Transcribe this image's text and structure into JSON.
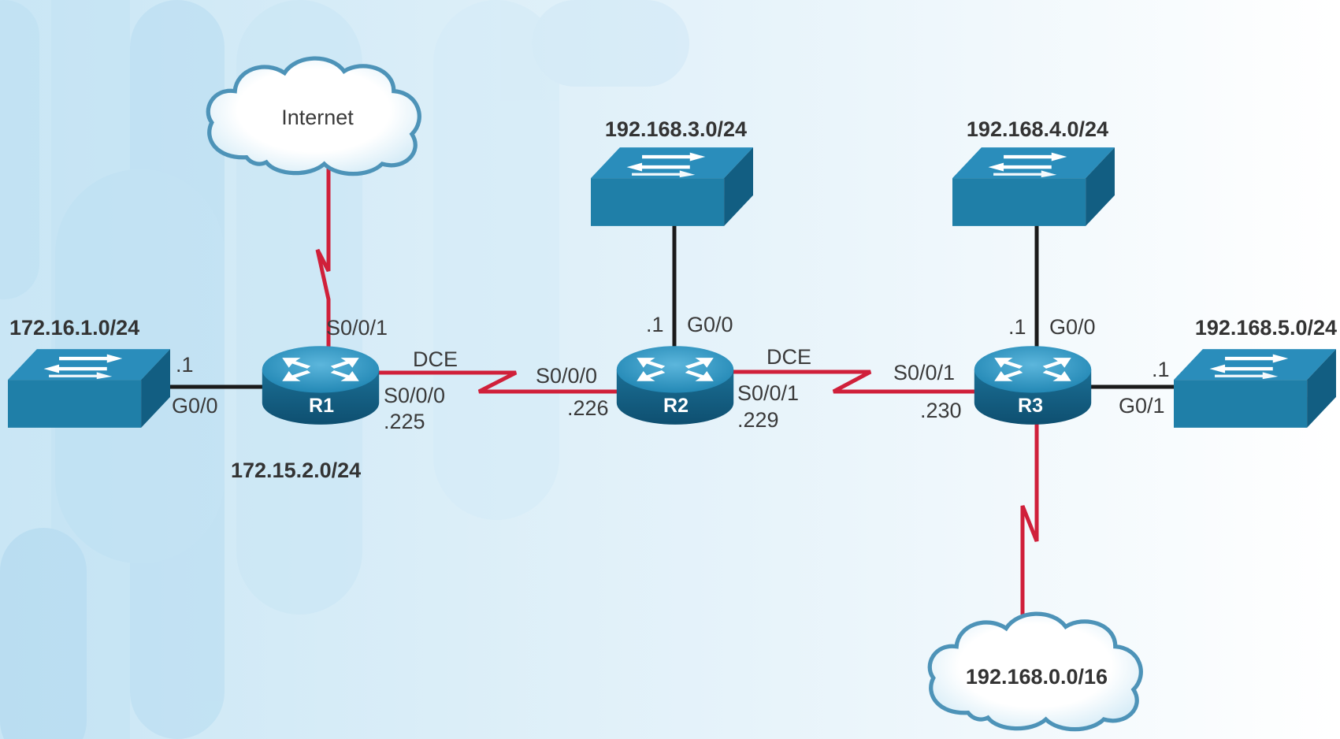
{
  "colors": {
    "serial_link": "#d0203a",
    "ethernet_link": "#1a1a1a",
    "device_blue": "#1f7fa8",
    "background_light": "#eaf5fb",
    "background_stripe": "#bfe0f2"
  },
  "clouds": {
    "internet": "Internet",
    "remote_net": "192.168.0.0/16"
  },
  "routers": {
    "r1": "R1",
    "r2": "R2",
    "r3": "R3"
  },
  "networks": {
    "r1_lan": "172.16.1.0/24",
    "r1_r2_link": "172.15.2.0/24",
    "r2_lan": "192.168.3.0/24",
    "r3_lan_g00": "192.168.4.0/24",
    "r3_lan_g01": "192.168.5.0/24"
  },
  "interfaces": {
    "r1_s001": "S0/0/1",
    "r1_g00_host": ".1",
    "r1_g00": "G0/0",
    "r1_dce": "DCE",
    "r1_s000": "S0/0/0",
    "r1_s000_host": ".225",
    "r2_s000": "S0/0/0",
    "r2_s000_host": ".226",
    "r2_g00_host": ".1",
    "r2_g00": "G0/0",
    "r2_dce": "DCE",
    "r2_s001": "S0/0/1",
    "r2_s001_host": ".229",
    "r3_s001": "S0/0/1",
    "r3_s001_host": ".230",
    "r3_g00_host": ".1",
    "r3_g00": "G0/0",
    "r3_g01_host": ".1",
    "r3_g01": "G0/1"
  }
}
